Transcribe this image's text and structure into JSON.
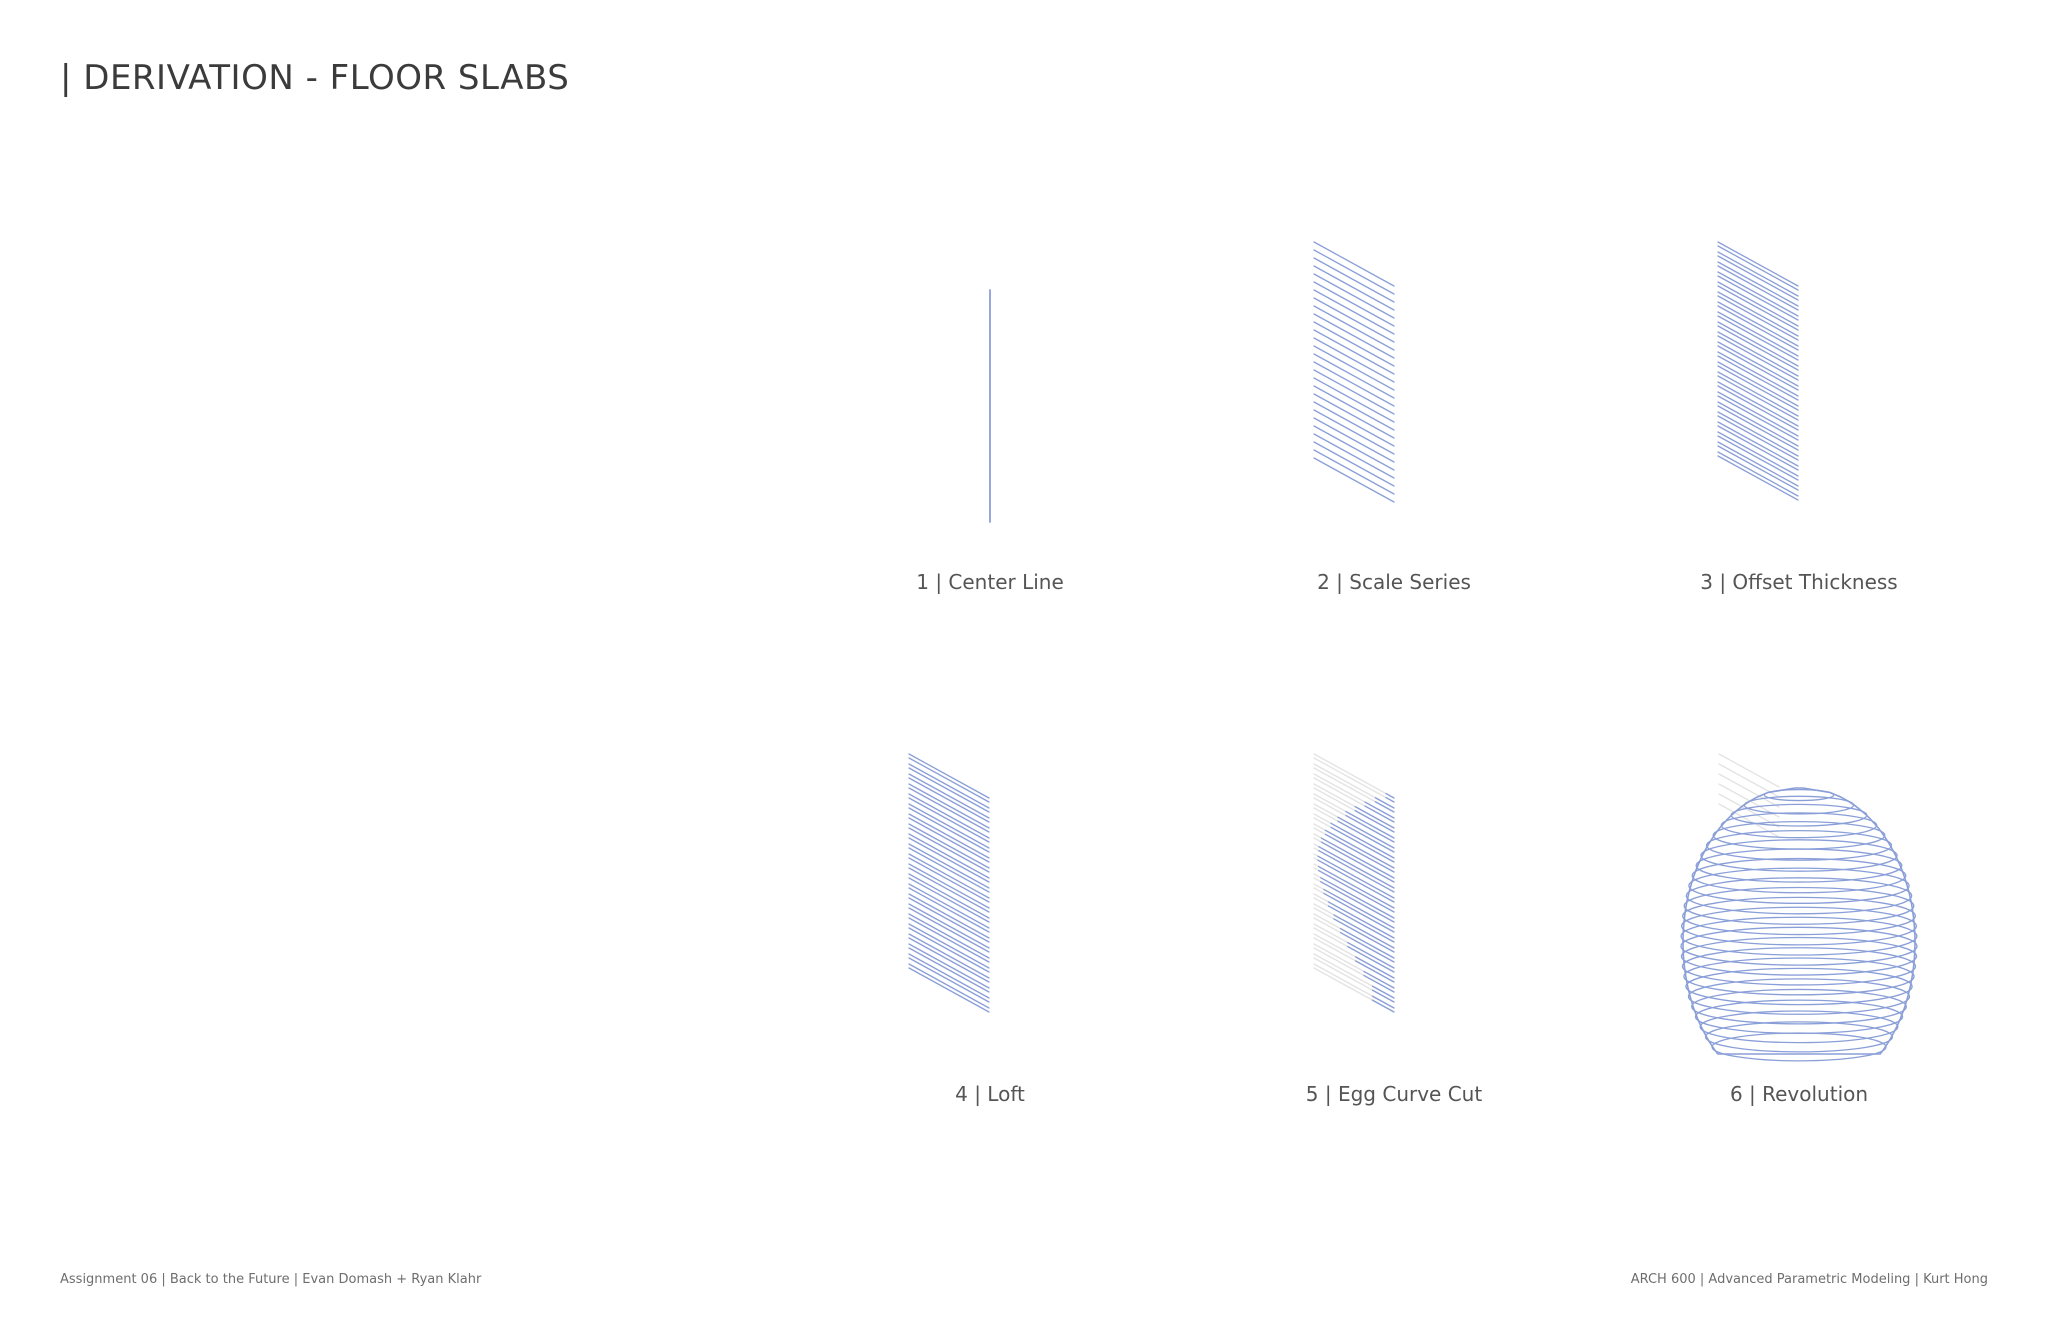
{
  "title": "| DERIVATION - FLOOR SLABS",
  "steps": [
    {
      "label": "1 | Center Line"
    },
    {
      "label": "2 | Scale Series"
    },
    {
      "label": "3 | Offset Thickness"
    },
    {
      "label": "4 | Loft"
    },
    {
      "label": "5 | Egg Curve Cut"
    },
    {
      "label": "6 | Revolution"
    }
  ],
  "footer": {
    "left": "Assignment 06 | Back to the Future | Evan Domash + Ryan Klahr",
    "right": "ARCH 600 | Advanced Parametric Modeling | Kurt Hong"
  },
  "colors": {
    "line": "#8a9fd8",
    "ghost": "#e3e3e3",
    "text": "#555555"
  }
}
